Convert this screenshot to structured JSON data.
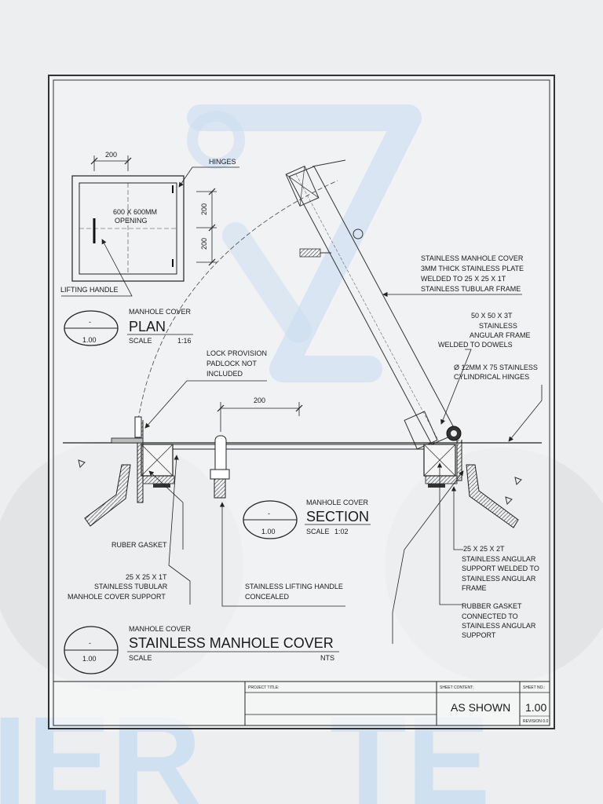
{
  "watermark": {
    "letters": [
      "IER",
      "TE"
    ],
    "accent": "#3f86d8"
  },
  "plan": {
    "dim_top": "200",
    "opening": [
      "600 X 600MM",
      "OPENING"
    ],
    "hinges": "HINGES",
    "dim_right_1": "200",
    "dim_right_2": "200",
    "lifting_handle": "LIFTING HANDLE"
  },
  "plan_title": {
    "number": "-",
    "sheet": "1.00",
    "subtitle": "MANHOLE COVER",
    "title": "PLAN",
    "scale_label": "SCALE",
    "scale_value": "1:16"
  },
  "notes": {
    "cover": [
      "STAINLESS MANHOLE COVER",
      "3MM THICK STAINLESS PLATE",
      "WELDED TO 25 X 25 X 1T",
      "STAINLESS TUBULAR FRAME"
    ],
    "angle_frame": [
      "50 X 50 X 3T",
      "STAINLESS",
      "ANGULAR FRAME",
      "WELDED TO DOWELS"
    ],
    "hinges": [
      "Ø 12MM X 75 STAINLESS",
      "CYLINDRICAL HINGES"
    ],
    "lock": [
      "LOCK PROVISION",
      "PADLOCK NOT",
      "INCLUDED"
    ],
    "dim_200": "200",
    "gasket": "RUBER GASKET",
    "tubular": [
      "25 X 25 X 1T",
      "STAINLESS TUBULAR",
      "MANHOLE COVER SUPPORT"
    ],
    "lifting": [
      "STAINLESS LIFTING HANDLE",
      "CONCEALED"
    ],
    "support": [
      "25 X 25 X 2T",
      "STAINLESS ANGULAR",
      "SUPPORT WELDED TO",
      "STAINLESS ANGULAR",
      "FRAME"
    ],
    "rubber": [
      "RUBBER GASKET",
      "CONNECTED TO",
      "STAINLESS ANGULAR",
      "SUPPORT"
    ]
  },
  "section_title": {
    "number": "-",
    "sheet": "1.00",
    "subtitle": "MANHOLE COVER",
    "title": "SECTION",
    "scale_label": "SCALE",
    "scale_value": "1:02"
  },
  "main_title": {
    "number": "-",
    "sheet": "1.00",
    "subtitle": "MANHOLE COVER",
    "title": "STAINLESS MANHOLE COVER",
    "scale_label": "SCALE",
    "scale_value": "NTS"
  },
  "title_block": {
    "project_title_label": "PROJECT TITLE:",
    "sheet_content_label": "SHEET CONTENT:",
    "sheet_no_label": "SHEET NO.:",
    "scale_value": "AS SHOWN",
    "sheet_no": "1.00",
    "revision": "REVISION 0.0"
  }
}
